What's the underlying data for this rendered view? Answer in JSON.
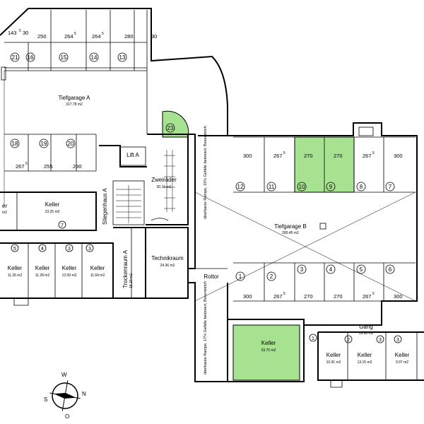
{
  "colors": {
    "highlight": "#a6e28f",
    "line": "#000000"
  },
  "garage_a": {
    "name": "Tiefgarage A",
    "area": "317.78 m2",
    "top_dims": [
      "143",
      "5",
      "30",
      "250",
      "264",
      "5",
      "264",
      "5",
      "280",
      "30"
    ],
    "top_spots": [
      "21",
      "16",
      "15",
      "14",
      "13"
    ],
    "side_spots": [
      "18",
      "19",
      "20"
    ],
    "side_dims": [
      "267",
      "5",
      "255",
      "290"
    ]
  },
  "spot_23": "23",
  "zweiraeder": {
    "name": "Zweiräder",
    "area": "30.16 m2"
  },
  "lift": "Lift A",
  "stair": "Stiegenhaus A",
  "technik": {
    "name": "Technikraum",
    "area": "24.36 m2"
  },
  "trocken": {
    "name": "Trockenraum A",
    "area": "18.20 m2"
  },
  "keller_a": {
    "name": "Keller",
    "area": "23.25 m2"
  },
  "keller_partial": "er",
  "keller_partial2": "m2",
  "keller_row": [
    {
      "no": "5",
      "name": "Keller",
      "area": "11.26 m2"
    },
    {
      "no": "4",
      "name": "Keller",
      "area": "11.28 m2"
    },
    {
      "no": "3",
      "name": "Keller",
      "area": "12.09 m2"
    },
    {
      "no": "3",
      "name": "Keller",
      "area": "11.64 m2"
    }
  ],
  "keller_7": "7",
  "ramp_upper": "überbaute Rampe, 15% Gefälle betoniert, Besenstrich",
  "ramp_lower": "überbaute Rampe, 17% Gefälle betoniert, Besenstrich",
  "roltor": "Roltor",
  "garage_b": {
    "name": "Tiefgarage B",
    "area": "280.45 m2",
    "top_dims": [
      "300",
      "267",
      "5",
      "270",
      "270",
      "267",
      "5",
      "300"
    ],
    "top_spots": [
      "12",
      "11",
      "10",
      "9",
      "8",
      "7"
    ],
    "bottom_spots": [
      "1",
      "2",
      "3",
      "4",
      "5",
      "6"
    ],
    "bottom_dims": [
      "300",
      "267",
      "5",
      "270",
      "270",
      "267",
      "5",
      "300"
    ]
  },
  "keller_big": {
    "no": "1",
    "name": "Keller",
    "area": "33.70 m2"
  },
  "gang": {
    "name": "Gang",
    "area": "19.38 m2"
  },
  "keller_b": [
    {
      "no": "2",
      "name": "Keller",
      "area": "10.91 m2"
    },
    {
      "no": "3",
      "name": "Keller",
      "area": "13.15 m2"
    },
    {
      "no": "3",
      "name": "Keller",
      "area": "9.97 m2"
    }
  ],
  "compass": {
    "n": "N",
    "s": "S",
    "w": "W",
    "o": "O"
  }
}
